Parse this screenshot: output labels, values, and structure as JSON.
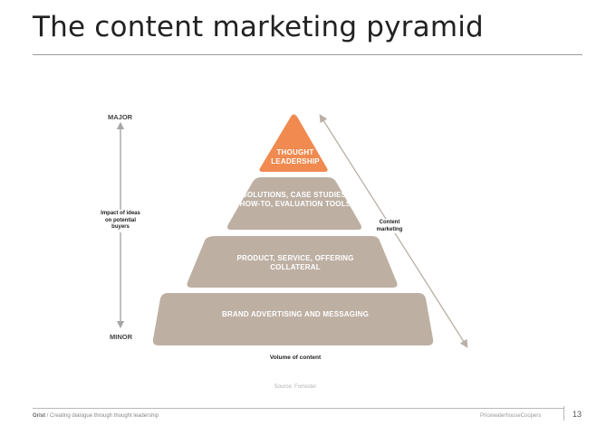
{
  "title": "The content marketing pyramid",
  "axis": {
    "major": "MAJOR",
    "minor": "MINOR",
    "impact_label": "Impact of ideas on potential buyers",
    "content_marketing": "Content marketing",
    "volume": "Volume of content"
  },
  "tiers": [
    {
      "label": "THOUGHT LEADERSHIP",
      "color": "#f08a50"
    },
    {
      "label": "SOLUTIONS, CASE STUDIES, HOW-TO, EVALUATION TOOLS",
      "color": "#bdb0a3"
    },
    {
      "label": "PRODUCT, SERVICE, OFFERING COLLATERAL",
      "color": "#bdb0a3"
    },
    {
      "label": "BRAND ADVERTISING AND MESSAGING",
      "color": "#bdb0a3"
    }
  ],
  "source": "Source: Forrester",
  "footer": {
    "brand": "Grist",
    "tagline": " / Creating dialogue through thought leadership",
    "company": "PricewaterhouseCoopers",
    "page_number": "13"
  },
  "colors": {
    "arrow": "#a7a7a7",
    "diag_arrow": "#b9b0a6"
  }
}
